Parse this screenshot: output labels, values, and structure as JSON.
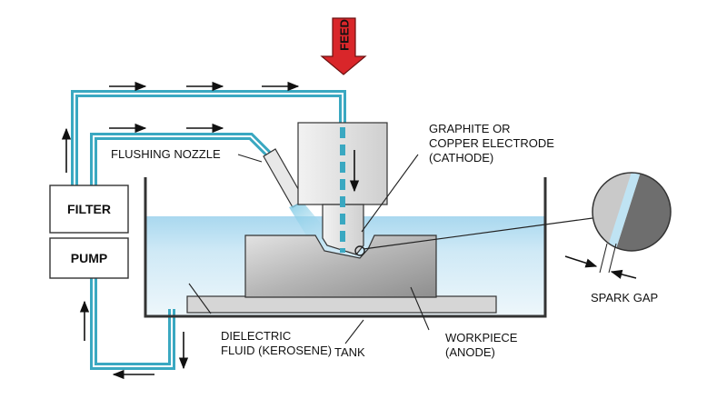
{
  "labels": {
    "feed": "FEED",
    "filter": "FILTER",
    "pump": "PUMP",
    "flushing_nozzle": "FLUSHING NOZZLE",
    "electrode": "GRAPHITE OR\nCOPPER ELECTRODE\n(CATHODE)",
    "spark_gap": "SPARK GAP",
    "dielectric": "DIELECTRIC\nFLUID (KEROSENE)",
    "tank": "TANK",
    "workpiece": "WORKPIECE\n(ANODE)"
  },
  "colors": {
    "pipe": "#3aa8c1",
    "fluid": "#bfe3f3",
    "feed_arrow": "#d9262a",
    "electrode": "#e3e3e3",
    "workpiece": "#b8b8b8",
    "outline": "#333333"
  }
}
